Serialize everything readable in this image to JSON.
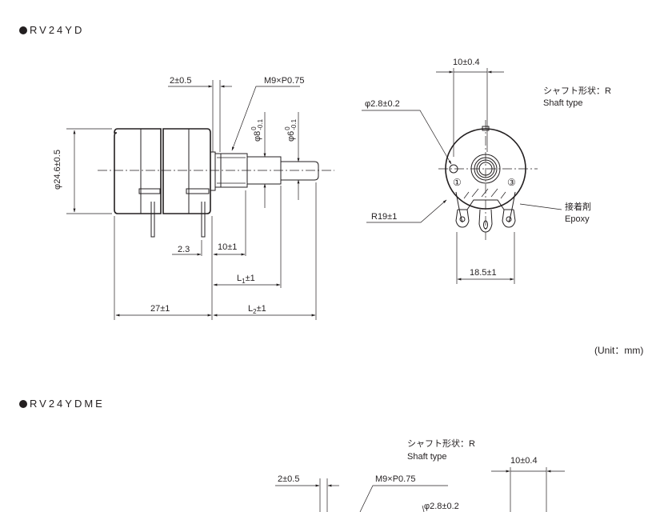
{
  "section1": {
    "title": "RV24YD",
    "side_view": {
      "dim_2": "2±0.5",
      "thread": "M9×P0.75",
      "shaft_dia_8": "φ8",
      "shaft_dia_8_tol": "-0.1",
      "shaft_dia_6": "φ6",
      "shaft_dia_6_tol": "-0.1",
      "shaft_tol_upper": "0",
      "body_dia": "φ24.6±0.5",
      "dim_2_3": "2.3",
      "dim_10": "10±1",
      "dim_L1": "L",
      "dim_L1_sub": "1",
      "dim_L1_tol": "±1",
      "dim_27": "27±1",
      "dim_L2": "L",
      "dim_L2_sub": "2",
      "dim_L2_tol": "±1"
    },
    "front_view": {
      "dim_10": "10±0.4",
      "hole_dia": "φ2.8±0.2",
      "radius": "R19±1",
      "width": "18.5±1",
      "terminal_1": "①",
      "terminal_3": "③",
      "shaft_type_jp": "シャフト形状：R",
      "shaft_type_en": "Shaft  type",
      "epoxy_jp": "接着剤",
      "epoxy_en": "Epoxy"
    },
    "unit": "(Unit：mm)"
  },
  "section2": {
    "title": "RV24YDME",
    "shaft_type_jp": "シャフト形状：R",
    "shaft_type_en": "Shaft  type",
    "dim_2": "2±0.5",
    "thread": "M9×P0.75",
    "dim_10": "10±0.4",
    "hole_dia": "φ2.8±0.2"
  }
}
